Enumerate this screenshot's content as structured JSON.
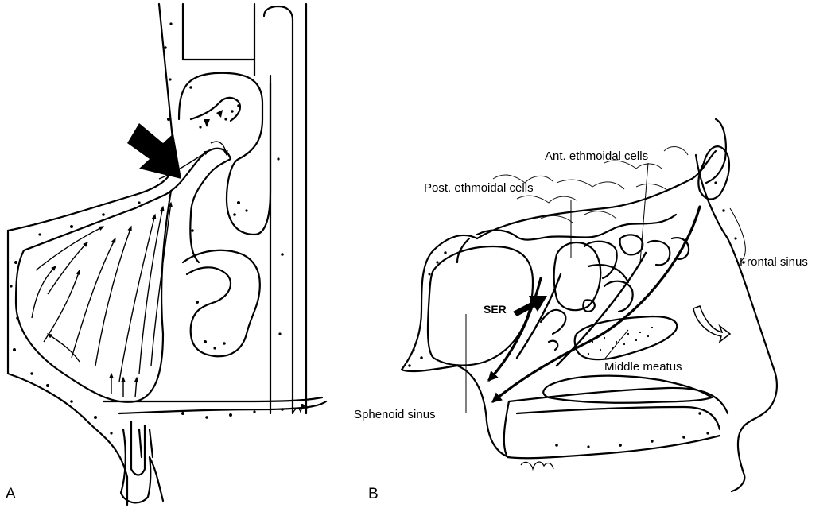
{
  "panels": [
    {
      "letter": "A"
    },
    {
      "letter": "B"
    }
  ],
  "labels": {
    "ant_ethmoidal": "Ant. ethmoidal cells",
    "post_ethmoidal": "Post. ethmoidal cells",
    "frontal_sinus": "Frontal sinus",
    "ser": "SER",
    "middle_meatus": "Middle meatus",
    "sphenoid_sinus": "Sphenoid sinus"
  },
  "colors": {
    "ink": "#000000",
    "paper": "#ffffff"
  }
}
